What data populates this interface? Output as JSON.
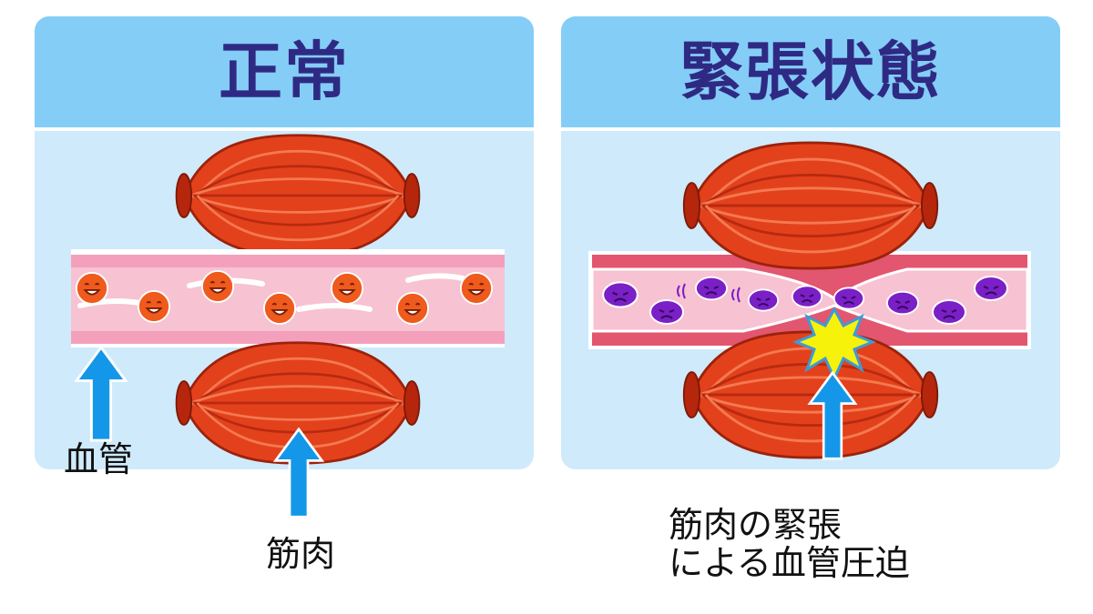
{
  "panels": {
    "normal": {
      "title": "正常"
    },
    "tense": {
      "title": "緊張状態"
    }
  },
  "labels": {
    "vessel": "血管",
    "muscle": "筋肉",
    "compression_line1": "筋肉の緊張",
    "compression_line2": "による血管圧迫"
  },
  "colors": {
    "panel_bg": "#cfeafb",
    "header_bg": "#84cdf6",
    "title_text": "#2e2a84",
    "muscle": "#e3411c",
    "muscle_dark": "#b82a10",
    "vessel_normal": "#f7c2d2",
    "vessel_tense_wall": "#e3566f",
    "red_blood_cell_normal": "#ef5a1d",
    "red_blood_cell_tense": "#7b1fc6",
    "arrow": "#1497e8",
    "impact_star": "#f6f20a"
  },
  "icons": [
    "muscle-icon",
    "happy-blood-cell-icon",
    "sad-blood-cell-icon",
    "up-arrow-icon",
    "impact-star-icon"
  ]
}
